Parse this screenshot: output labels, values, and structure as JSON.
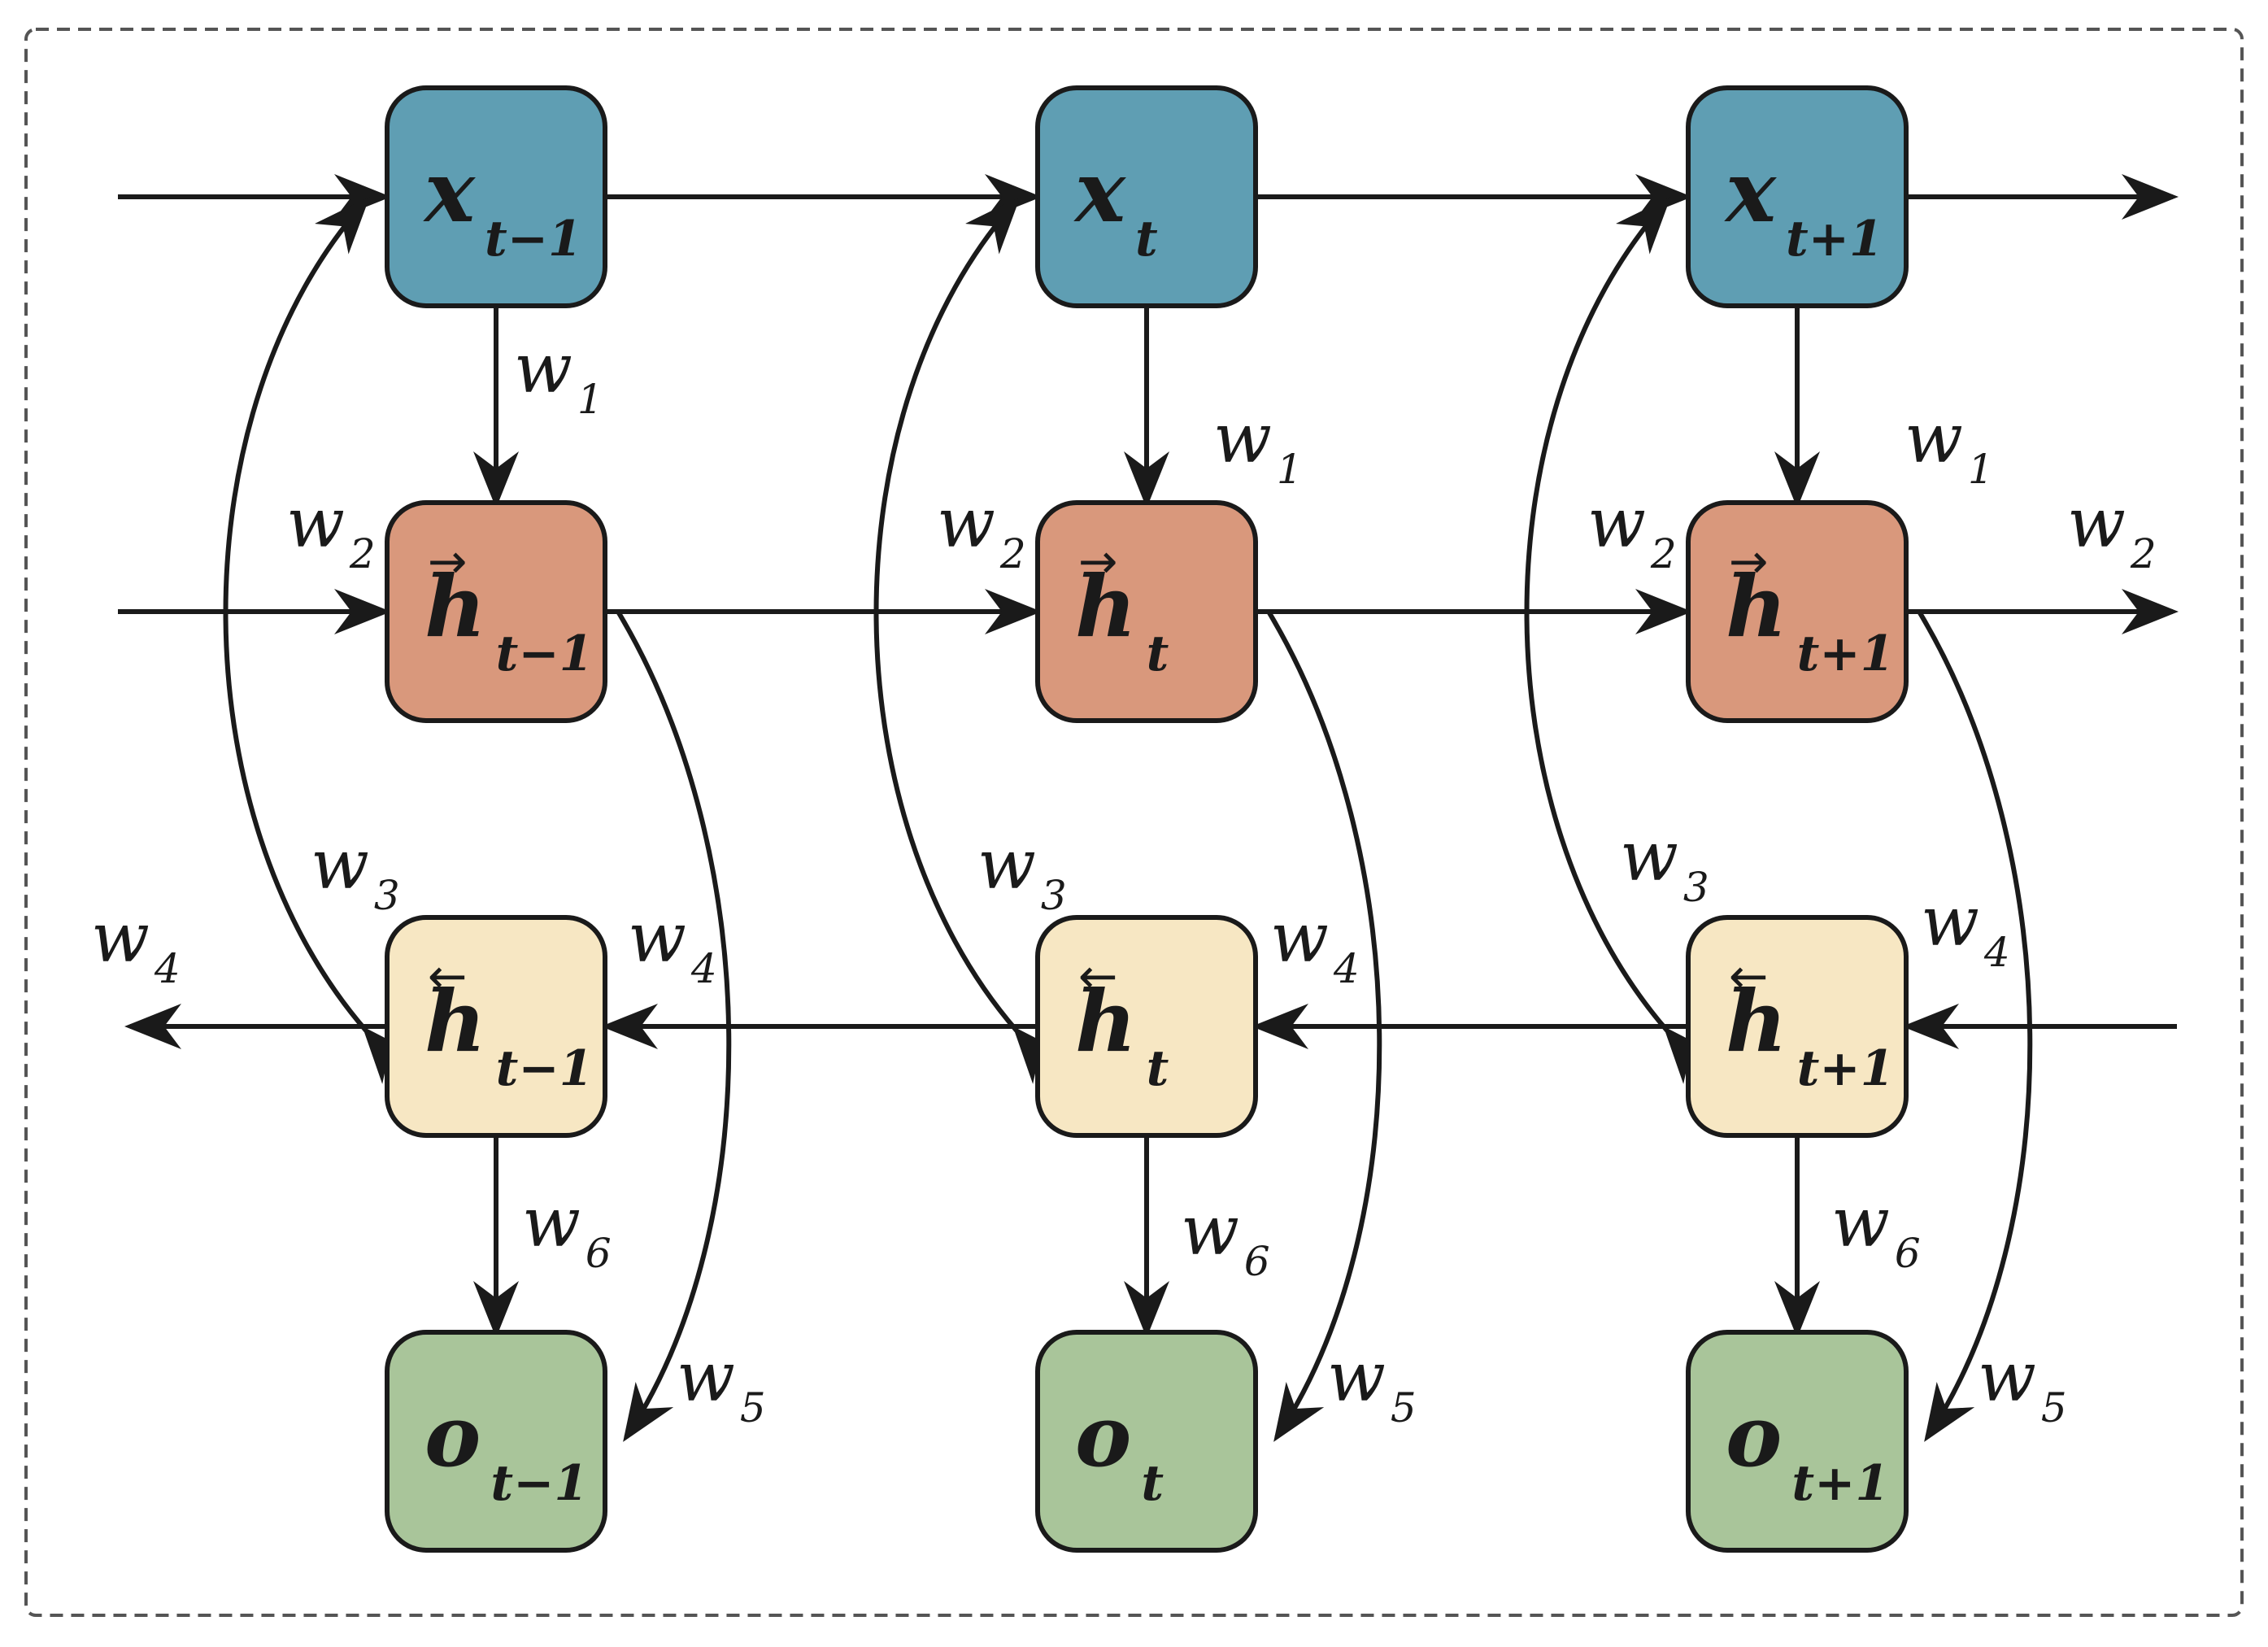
{
  "colors": {
    "input": "#5f9eb3",
    "forward": "#d9987c",
    "backward": "#f7e7c3",
    "output": "#a9c59a",
    "stroke": "#1a1a1a",
    "frame": "#555555"
  },
  "timesteps": [
    {
      "sub": "t−1"
    },
    {
      "sub": "t"
    },
    {
      "sub": "t+1"
    }
  ],
  "node_letters": {
    "input": "x",
    "forward": "h",
    "backward": "h",
    "output": "o"
  },
  "direction_glyphs": {
    "forward": "→",
    "backward": "←"
  },
  "weights": {
    "w1": {
      "main": "w",
      "sub": "1"
    },
    "w2": {
      "main": "w",
      "sub": "2"
    },
    "w3": {
      "main": "w",
      "sub": "3"
    },
    "w4": {
      "main": "w",
      "sub": "4"
    },
    "w5": {
      "main": "w",
      "sub": "5"
    },
    "w6": {
      "main": "w",
      "sub": "6"
    }
  }
}
